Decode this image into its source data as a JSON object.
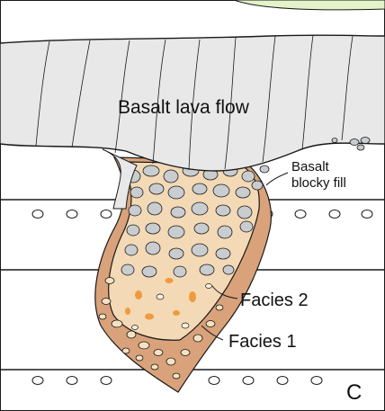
{
  "labels": {
    "lava_flow": "Basalt lava flow",
    "blocky_fill_line1": "Basalt",
    "blocky_fill_line2": "blocky fill",
    "facies_2": "Facies 2",
    "facies_1": "Facies 1",
    "panel_letter": "C"
  },
  "colors": {
    "lava_flow_fill": "#e8e8e8",
    "outline": "#1a1a1a",
    "blocky_clast_fill": "#c9cdd0",
    "facies_2_fill": "#f3d9b5",
    "facies_2_clast": "#f09a3e",
    "facies_1_fill": "#d9a27a",
    "facies_1_clast": "#f6e2c2",
    "inset_fill": "#e4f3c9",
    "background": "#ffffff"
  }
}
